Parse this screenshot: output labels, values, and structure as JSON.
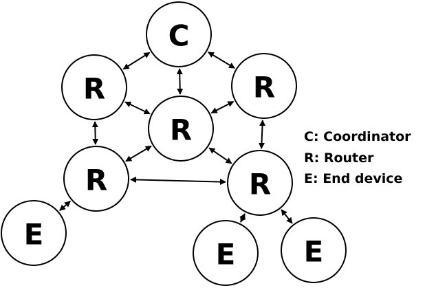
{
  "diagram": {
    "type": "network-topology",
    "nodes": [
      {
        "id": "c1",
        "label": "C",
        "role": "coordinator"
      },
      {
        "id": "r1",
        "label": "R",
        "role": "router"
      },
      {
        "id": "r2",
        "label": "R",
        "role": "router"
      },
      {
        "id": "r3",
        "label": "R",
        "role": "router"
      },
      {
        "id": "r4",
        "label": "R",
        "role": "router"
      },
      {
        "id": "r5",
        "label": "R",
        "role": "router"
      },
      {
        "id": "e1",
        "label": "E",
        "role": "end-device"
      },
      {
        "id": "e2",
        "label": "E",
        "role": "end-device"
      },
      {
        "id": "e3",
        "label": "E",
        "role": "end-device"
      }
    ],
    "links": [
      {
        "from": "c1",
        "to": "r1",
        "direction": "bidirectional"
      },
      {
        "from": "c1",
        "to": "r2",
        "direction": "bidirectional"
      },
      {
        "from": "c1",
        "to": "r3",
        "direction": "bidirectional"
      },
      {
        "from": "r1",
        "to": "r3",
        "direction": "bidirectional"
      },
      {
        "from": "r2",
        "to": "r3",
        "direction": "bidirectional"
      },
      {
        "from": "r1",
        "to": "r4",
        "direction": "bidirectional"
      },
      {
        "from": "r2",
        "to": "r5",
        "direction": "bidirectional"
      },
      {
        "from": "r3",
        "to": "r4",
        "direction": "bidirectional"
      },
      {
        "from": "r3",
        "to": "r5",
        "direction": "bidirectional"
      },
      {
        "from": "r4",
        "to": "r5",
        "direction": "bidirectional"
      },
      {
        "from": "r4",
        "to": "e1",
        "direction": "bidirectional"
      },
      {
        "from": "r5",
        "to": "e2",
        "direction": "bidirectional"
      },
      {
        "from": "r5",
        "to": "e3",
        "direction": "bidirectional"
      }
    ]
  },
  "legend": {
    "items": [
      {
        "key": "C",
        "text": "C: Coordinator"
      },
      {
        "key": "R",
        "text": "R: Router"
      },
      {
        "key": "E",
        "text": "E: End device"
      }
    ]
  },
  "colors": {
    "stroke": "#000000",
    "background": "#ffffff"
  }
}
